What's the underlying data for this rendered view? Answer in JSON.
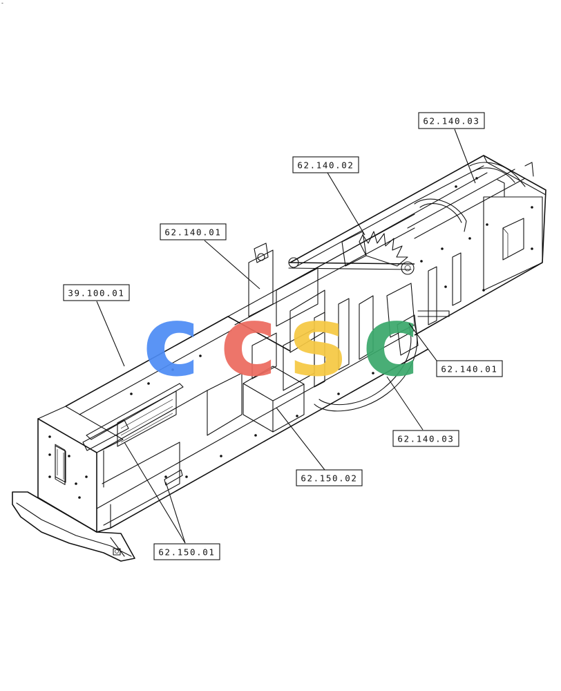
{
  "corner_mark": "-",
  "watermark": {
    "letters": [
      {
        "char": "c",
        "color": "#4d8cf5"
      },
      {
        "char": "c",
        "color": "#ec6a5e"
      },
      {
        "char": "s",
        "color": "#f6c842"
      },
      {
        "char": "c",
        "color": "#3aa86b"
      }
    ]
  },
  "callouts": [
    {
      "id": "c1",
      "label": "62.140.03"
    },
    {
      "id": "c2",
      "label": "62.140.02"
    },
    {
      "id": "c3",
      "label": "62.140.01"
    },
    {
      "id": "c4",
      "label": "39.100.01"
    },
    {
      "id": "c5",
      "label": "62.140.01"
    },
    {
      "id": "c6",
      "label": "62.140.03"
    },
    {
      "id": "c7",
      "label": "62.150.02"
    },
    {
      "id": "c8",
      "label": "62.150.01"
    }
  ]
}
